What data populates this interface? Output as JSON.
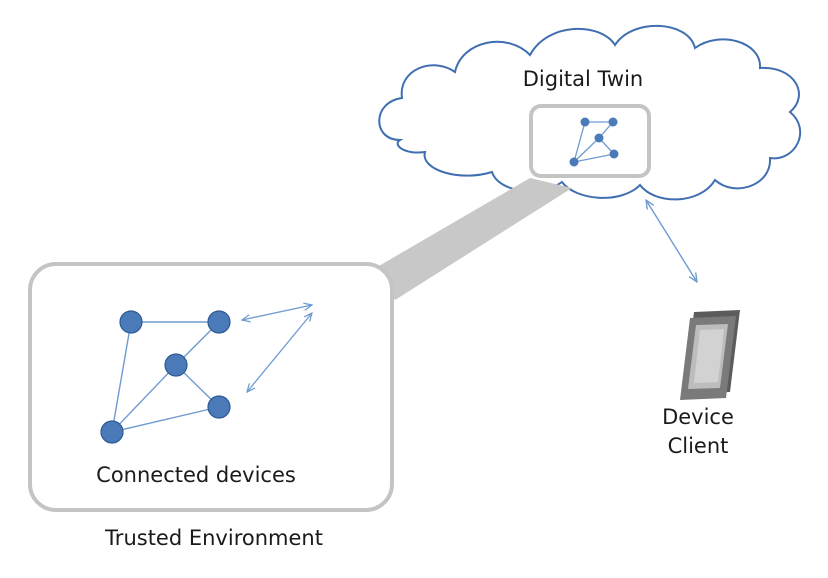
{
  "cloud": {
    "title": "Digital Twin"
  },
  "trusted_box": {
    "inner_label": "Connected devices",
    "outer_label": "Trusted Environment"
  },
  "device_client": {
    "line1": "Device",
    "line2": "Client"
  },
  "colors": {
    "node_fill": "#4a7ab8",
    "node_stroke": "#2e5a94",
    "edge": "#6f9bd1",
    "cloud_stroke": "#3f6fb0",
    "box_border": "#c4c4c4",
    "connector": "#c8c8c8",
    "phone_body": "#666666",
    "phone_screen": "#b9b9b9",
    "text": "#1a1a1a"
  },
  "icons": {
    "device": "smartphone-icon",
    "cloud": "cloud-shape"
  }
}
